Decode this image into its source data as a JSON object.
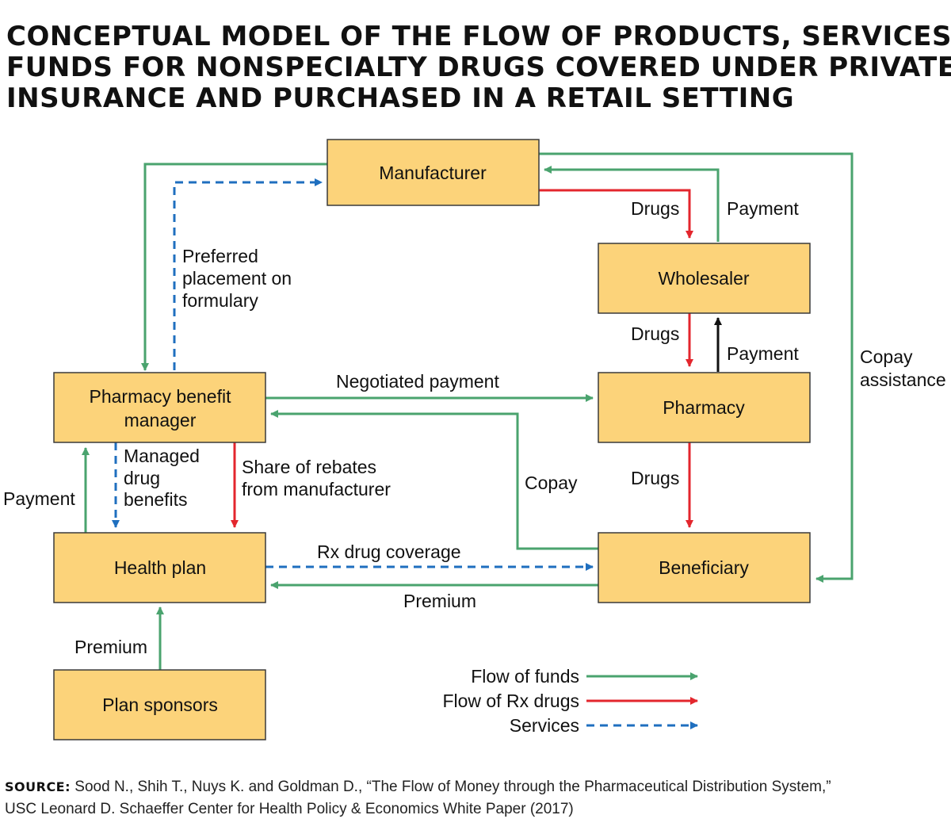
{
  "title": {
    "line1": "CONCEPTUAL MODEL OF THE FLOW OF PRODUCTS, SERVICES AND",
    "line2": "FUNDS FOR NONSPECIALTY DRUGS COVERED UNDER PRIVATE",
    "line3": "INSURANCE AND PURCHASED IN A RETAIL SETTING"
  },
  "colors": {
    "funds": "#4aa36e",
    "drugs": "#e3262d",
    "services": "#1f6fbf",
    "other": "#111111",
    "box_fill": "#fcd37a"
  },
  "nodes": {
    "manufacturer": "Manufacturer",
    "wholesaler": "Wholesaler",
    "pharmacy": "Pharmacy",
    "pbm_line1": "Pharmacy benefit",
    "pbm_line2": "manager",
    "health_plan": "Health plan",
    "beneficiary": "Beneficiary",
    "plan_sponsors": "Plan sponsors"
  },
  "edges": {
    "mfr_wholesaler_drugs": "Drugs",
    "wholesaler_mfr_payment": "Payment",
    "wholesaler_pharmacy_drugs": "Drugs",
    "pharmacy_wholesaler_payment": "Payment",
    "pharmacy_beneficiary_drugs": "Drugs",
    "pbm_pharmacy_payment": "Negotiated payment",
    "beneficiary_pbm_copay": "Copay",
    "pbm_mfr_services_line1": "Preferred",
    "pbm_mfr_services_line2": "placement on",
    "pbm_mfr_services_line3": "formulary",
    "mfr_beneficiary_line1": "Copay",
    "mfr_beneficiary_line2": "assistance",
    "pbm_healthplan_services_line1": "Managed",
    "pbm_healthplan_services_line2": "drug",
    "pbm_healthplan_services_line3": "benefits",
    "pbm_healthplan_rebates_line1": "Share of rebates",
    "pbm_healthplan_rebates_line2": "from manufacturer",
    "healthplan_pbm_payment": "Payment",
    "healthplan_beneficiary_coverage": "Rx drug coverage",
    "beneficiary_healthplan_premium": "Premium",
    "sponsors_healthplan_premium": "Premium"
  },
  "legend": {
    "funds": "Flow of funds",
    "drugs": "Flow of Rx drugs",
    "services": "Services"
  },
  "source": {
    "prefix": "SOURCE:",
    "line1": " Sood N., Shih T., Nuys K. and Goldman D., “The Flow of Money through the Pharmaceutical Distribution System,”",
    "line2": "USC Leonard D. Schaeffer Center for Health Policy & Economics White Paper (2017)"
  }
}
